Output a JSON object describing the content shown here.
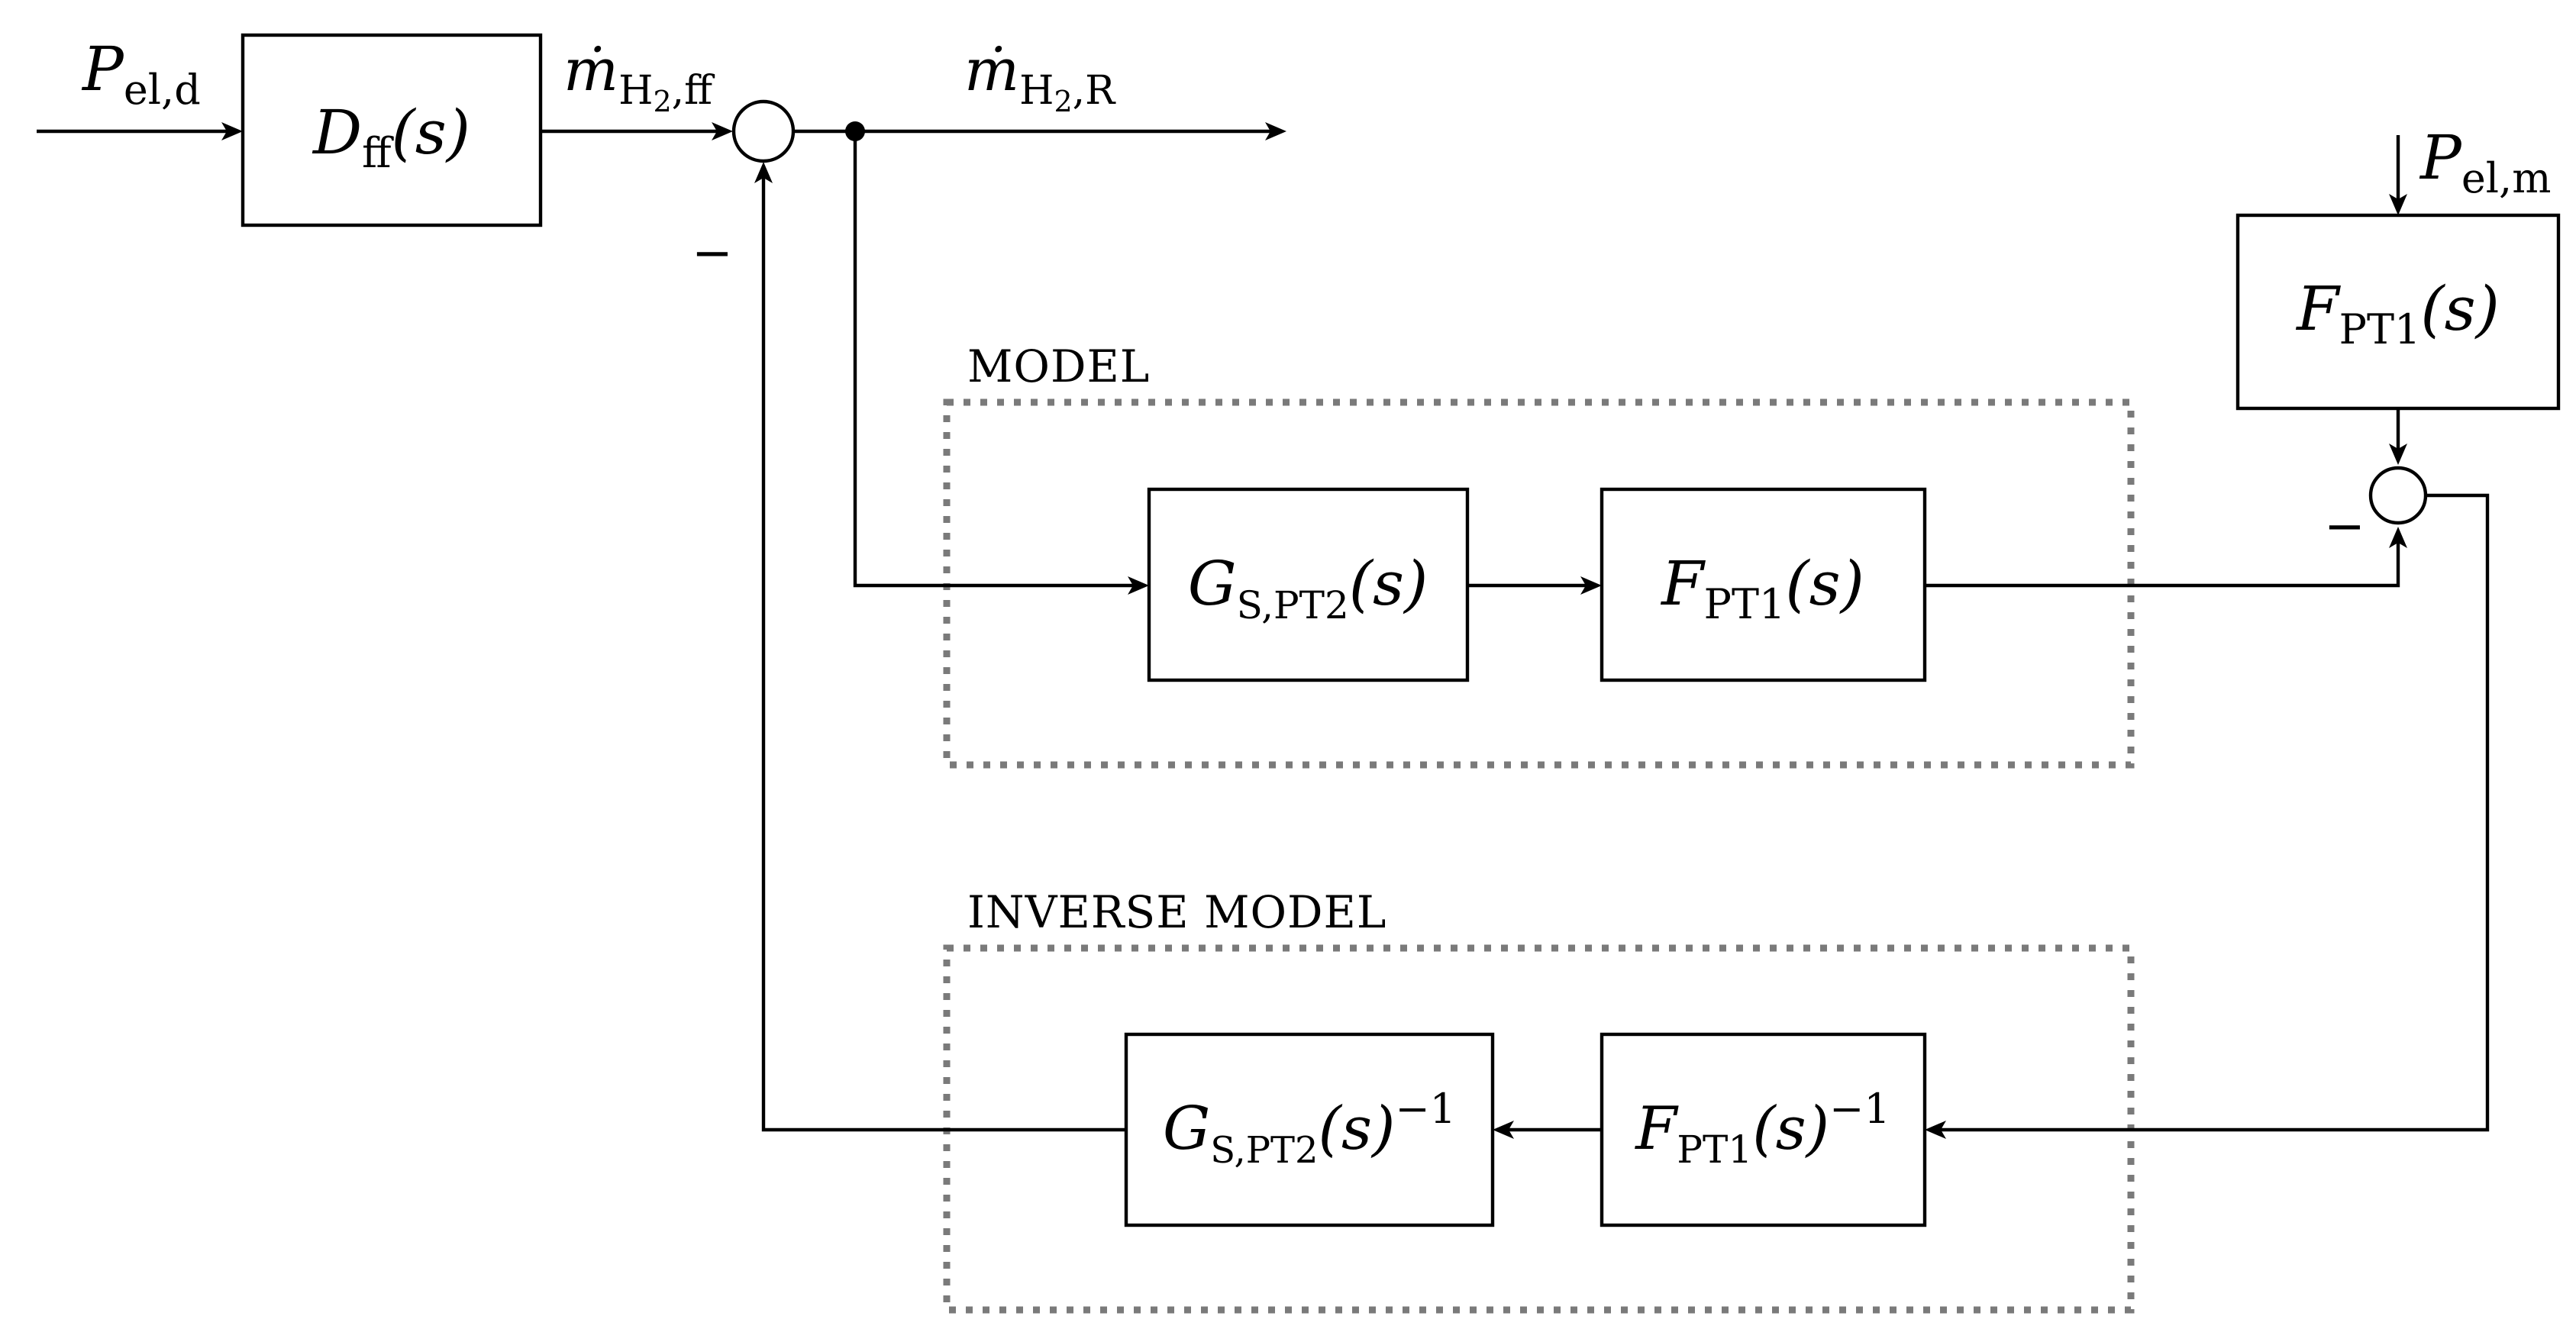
{
  "inputs": {
    "p_el_d": {
      "main": "P",
      "sub": "el,d"
    },
    "p_el_m": {
      "main": "P",
      "sub": "el,m"
    }
  },
  "signals": {
    "m_h2_ff": {
      "main": "ṁ",
      "sub_a": "H",
      "sub_b": "2",
      "sub_c": ",ff"
    },
    "m_h2_r": {
      "main": "ṁ",
      "sub_a": "H",
      "sub_b": "2",
      "sub_c": ",R"
    }
  },
  "blocks": {
    "d_ff": {
      "main": "D",
      "sub": "ff",
      "arg": "(s)"
    },
    "f_pt1_top": {
      "main": "F",
      "sub": "PT1",
      "arg": "(s)"
    },
    "g_s_pt2": {
      "main": "G",
      "sub": "S,PT2",
      "arg": "(s)"
    },
    "f_pt1_model": {
      "main": "F",
      "sub": "PT1",
      "arg": "(s)"
    },
    "g_s_pt2_inv": {
      "main": "G",
      "sub": "S,PT2",
      "arg": "(s)",
      "sup": "−1"
    },
    "f_pt1_inv": {
      "main": "F",
      "sub": "PT1",
      "arg": "(s)",
      "sup": "−1"
    }
  },
  "groups": {
    "model_label": "MODEL",
    "inverse_model_label": "INVERSE MODEL"
  },
  "signs": {
    "sum1_minus": "−",
    "sum2_minus": "−"
  }
}
